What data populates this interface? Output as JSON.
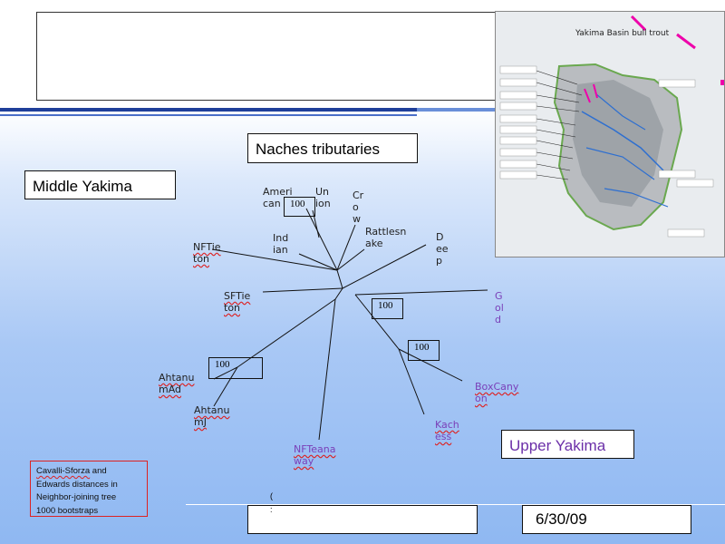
{
  "slide": {
    "title": "Population structure",
    "groups": {
      "naches": "Naches tributaries",
      "middle": "Middle Yakima",
      "upper": "Upper Yakima"
    },
    "tree_labels": {
      "american": "Ameri\ncan",
      "union": "Un\nion",
      "crow": "Cr\no\nw",
      "rattlesnake": "Rattlesn\nake",
      "deep": "D\nee\np",
      "indian": "Ind\nian",
      "nfti": "NFTie\nton",
      "sfti": "SFTie\nton",
      "gold": "G\nol\nd",
      "boxcanyon": "BoxCany\non",
      "kachess": "Kach\ness",
      "nfteanaway": "NFTeana\nway",
      "ahtanumad": "Ahtanu\nmAd",
      "ahtanumj": "Ahtanu\nmJ"
    },
    "bootstrap": {
      "b1": "100",
      "b2": "100",
      "b3": "100",
      "b4": "100"
    },
    "note": {
      "line1_a": "Cavalli-Sforza",
      "line1_b": " and",
      "line2": "Edwards distances in",
      "line3": "Neighbor-joining tree",
      "line4": "1000 bootstraps"
    },
    "footer": {
      "center_text": "(\n:",
      "date": "6/30/09"
    },
    "map": {
      "title": "Yakima Basin bull trout"
    }
  }
}
